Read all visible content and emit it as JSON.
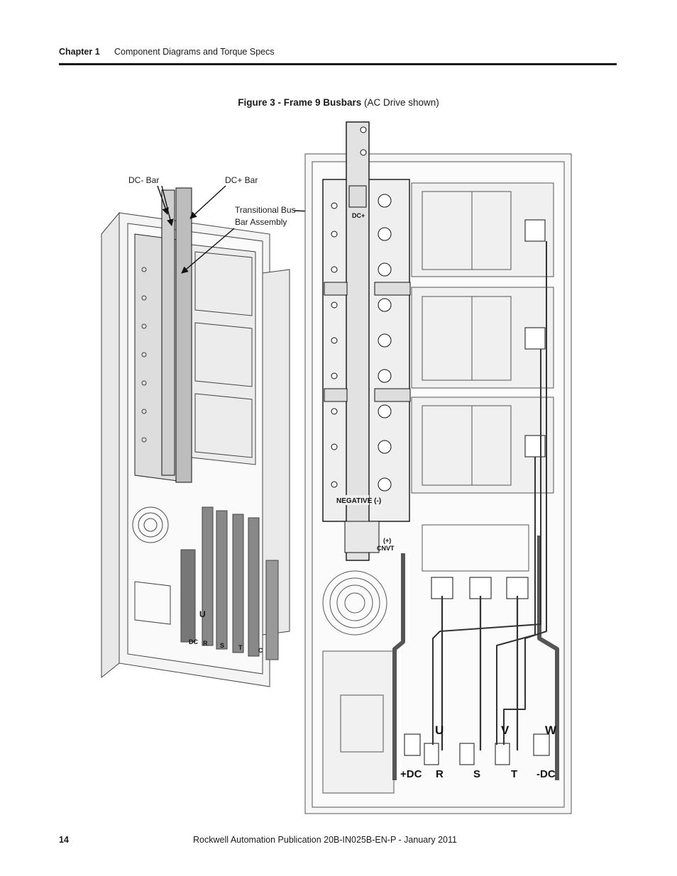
{
  "header": {
    "chapter": "Chapter 1",
    "section": "Component Diagrams and Torque Specs"
  },
  "figure": {
    "caption_bold": "Figure 3 - Frame 9 Busbars",
    "caption_rest": " (AC Drive shown)",
    "callouts": {
      "dc_minus": "DC- Bar",
      "dc_plus": "DC+ Bar",
      "transitional_line1": "Transitional Bus",
      "transitional_line2": "Bar Assembly"
    },
    "panel_labels": {
      "dc_plus_tag": "DC+",
      "negative": "NEGATIVE (-)",
      "plus_sign": "(+)",
      "cnvt": "CNVT",
      "out_u": "U",
      "out_v": "V",
      "out_w": "W",
      "in_dcp": "+DC",
      "in_r": "R",
      "in_s": "S",
      "in_t": "T",
      "in_dcn": "-DC"
    },
    "iso_labels": {
      "u": "U",
      "dc": "DC",
      "r": "R",
      "s": "S",
      "t": "T",
      "c": "C"
    }
  },
  "footer": {
    "page": "14",
    "publication": "Rockwell Automation Publication 20B-IN025B-EN-P - January 2011"
  }
}
